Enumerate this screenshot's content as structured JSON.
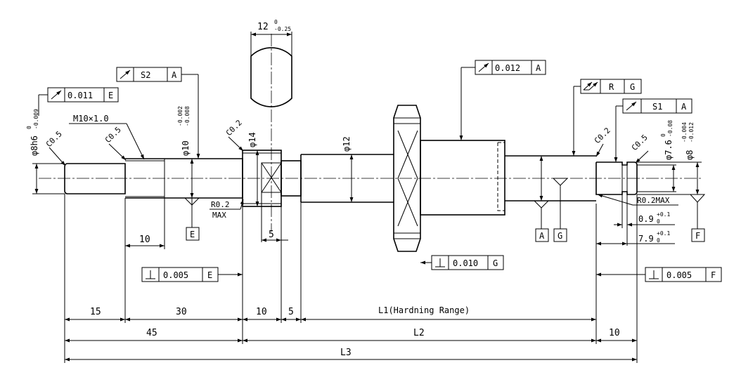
{
  "dimensions": {
    "width_12": "12",
    "width_12_tol_upper": "0",
    "width_12_tol_lower": "-0.25",
    "dia_8h6": "φ8h6",
    "dia_8h6_tol_upper": "0",
    "dia_8h6_tol_lower": "-0.009",
    "thread": "M10×1.0",
    "dia_10": "φ10",
    "dia_10_tol_upper": "-0.002",
    "dia_10_tol_lower": "-0.008",
    "dia_14": "φ14",
    "dia_12": "φ12",
    "dia_7_6": "φ7.6",
    "dia_7_6_tol_upper": "0",
    "dia_7_6_tol_lower": "-0.08",
    "dia_8": "φ8",
    "dia_8_tol_upper": "-0.004",
    "dia_8_tol_lower": "-0.012",
    "len_10_thread": "10",
    "len_5_flat": "5",
    "groove_width": "0.9",
    "groove_width_tol_upper": "+0.1",
    "groove_width_tol_lower": "0",
    "groove_pos": "7.9",
    "groove_pos_tol_upper": "+0.1",
    "groove_pos_tol_lower": "0",
    "bottom_15": "15",
    "bottom_30": "30",
    "bottom_10a": "10",
    "bottom_5": "5",
    "bottom_L1": "L1(Hardning Range)",
    "bottom_45": "45",
    "bottom_L2": "L2",
    "bottom_10b": "10",
    "bottom_L3": "L3"
  },
  "chamfers": {
    "c1": "C0.5",
    "c2": "C0.5",
    "c3": "C0.2",
    "c4": "C0.2",
    "c5": "C0.5"
  },
  "radii": {
    "left_radius": "R0.2",
    "left_radius_max": "MAX",
    "right_radius": "R0.2MAX"
  },
  "tolerance_frames": {
    "runout_e": {
      "value": "0.011",
      "datum": "E"
    },
    "runout_s2": {
      "value": "S2",
      "datum": "A"
    },
    "runout_nut": {
      "value": "0.012",
      "datum": "A"
    },
    "total_runout_r": {
      "value": "R",
      "datum": "G"
    },
    "runout_s1": {
      "value": "S1",
      "datum": "A"
    },
    "perp_e": {
      "value": "0.005",
      "datum": "E"
    },
    "perp_g": {
      "value": "0.010",
      "datum": "G"
    },
    "perp_f": {
      "value": "0.005",
      "datum": "F"
    }
  },
  "datums": {
    "E": "E",
    "A": "A",
    "G": "G",
    "F": "F"
  }
}
